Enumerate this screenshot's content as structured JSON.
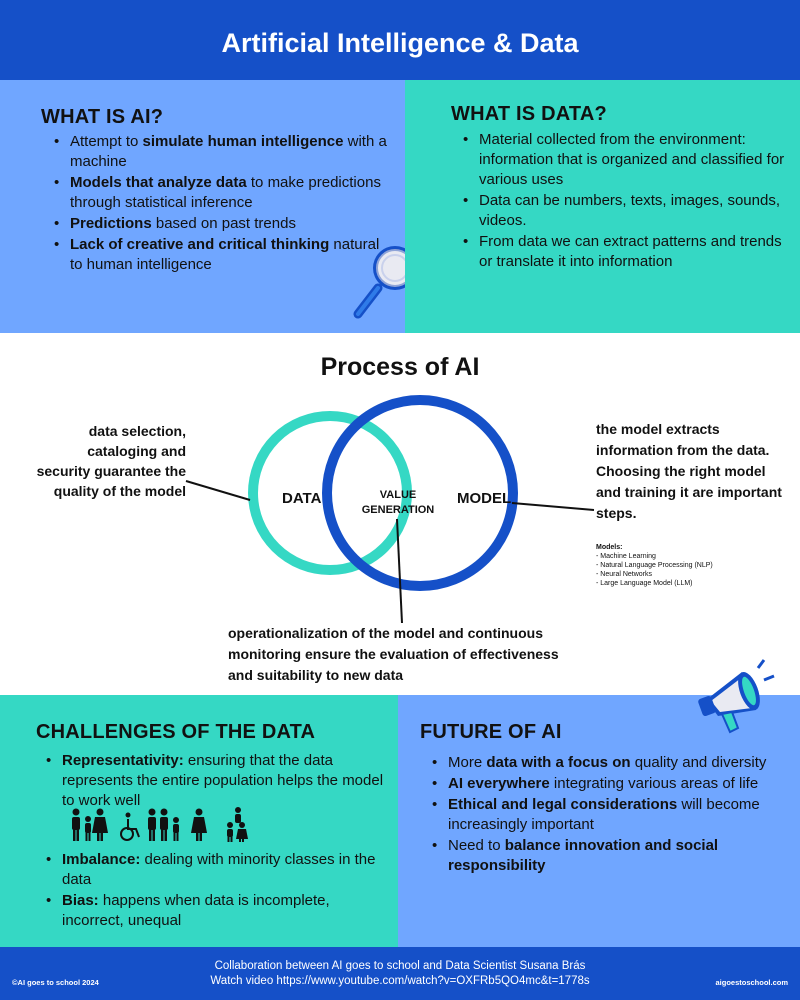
{
  "header": {
    "title": "Artificial Intelligence & Data"
  },
  "what_is_ai": {
    "title": "WHAT IS AI?",
    "items": [
      {
        "pre": "Attempt to ",
        "bold": "simulate human intelligence",
        "post": " with a machine"
      },
      {
        "pre": "",
        "bold": "Models that analyze data",
        "post": " to make predictions through statistical inference"
      },
      {
        "pre": "",
        "bold": "Predictions",
        "post": " based on past trends"
      },
      {
        "pre": "",
        "bold": "Lack of creative and critical thinking",
        "post": " natural to human intelligence"
      }
    ]
  },
  "what_is_data": {
    "title": "WHAT IS DATA?",
    "items": [
      "Material collected from the environment: information that is organized and classified for various uses",
      "Data can be numbers, texts, images, sounds, videos.",
      "From data we can extract patterns and trends or translate it into information"
    ]
  },
  "process": {
    "title": "Process of AI",
    "circle_data": "DATA",
    "circle_model": "MODEL",
    "overlap": "VALUE GENERATION",
    "left_text": "data selection, cataloging and security guarantee the quality of the model",
    "right_text": "the model extracts information from the data. Choosing the right model and training it are important steps.",
    "models_heading": "Models:",
    "models": [
      "- Machine Learning",
      "- Natural Language Processing (NLP)",
      "- Neural Networks",
      "- Large Language Model (LLM)"
    ],
    "bottom_text": "operationalization of the model and continuous monitoring ensure the evaluation of effectiveness and suitability to new data"
  },
  "challenges": {
    "title": "CHALLENGES OF THE DATA",
    "items": [
      {
        "bold": "Representativity:",
        "post": " ensuring that the data represents the entire population helps the model to work well"
      },
      {
        "bold": "Imbalance:",
        "post": " dealing with minority classes in the data"
      },
      {
        "bold": "Bias:",
        "post": " happens when data is incomplete, incorrect, unequal"
      }
    ]
  },
  "future": {
    "title": "FUTURE OF AI",
    "items": [
      {
        "pre": "More ",
        "bold": "data with a focus on",
        "post": " quality and diversity"
      },
      {
        "pre": "",
        "bold": "AI everywhere",
        "post": " integrating various areas of life"
      },
      {
        "pre": "",
        "bold": "Ethical and legal considerations",
        "post": " will become increasingly important"
      },
      {
        "pre": "Need to ",
        "bold": "balance innovation and social responsibility",
        "post": ""
      }
    ]
  },
  "footer": {
    "line1": "Collaboration between AI goes to school and Data Scientist Susana Brás",
    "line2": "Watch video https://www.youtube.com/watch?v=OXFRb5QO4mc&t=1778s",
    "left": "©AI goes to school 2024",
    "right": "aigoestoschool.com"
  },
  "icons": [
    "magnifying-glass-icon",
    "megaphone-icon",
    "people-icon",
    "wheelchair-icon"
  ],
  "colors": {
    "blue_dark": "#1550c8",
    "blue_light": "#70a6ff",
    "teal": "#35d8c4",
    "circle_teal": "#35d8c4",
    "circle_blue": "#1550c8"
  }
}
